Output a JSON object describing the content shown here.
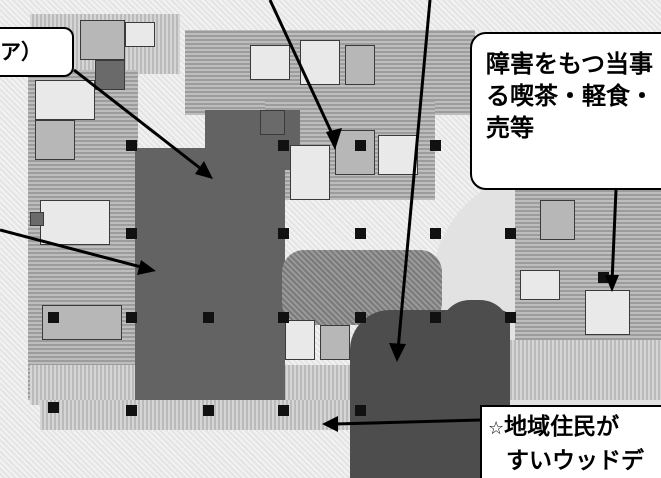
{
  "plan": {
    "image_name": "floor-plan-drawing"
  },
  "callouts": {
    "left": {
      "text": "ア）"
    },
    "right": {
      "line1": "障害をもつ当事",
      "line2": "る喫茶・軽食・",
      "line3": "売等"
    },
    "bottom": {
      "star": "☆",
      "line1": "地域住民が",
      "line2": "すいウッドデ"
    }
  },
  "colors": {
    "plaza": "#636363",
    "wood_deck": "#4d4d4d",
    "callout_border": "#000000",
    "arrow": "#000000"
  }
}
